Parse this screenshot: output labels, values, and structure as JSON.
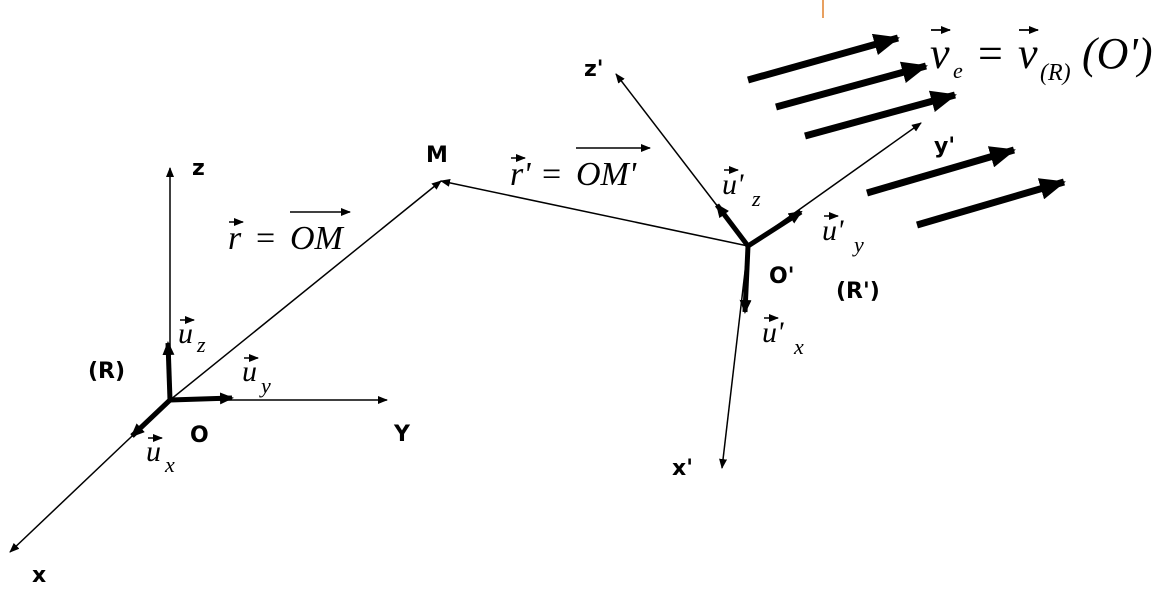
{
  "frame_R": {
    "label": "(R)",
    "origin": "O",
    "axis_x": "x",
    "axis_y": "Y",
    "axis_z": "z",
    "unit_x": {
      "base": "u",
      "sub": "x"
    },
    "unit_y": {
      "base": "u",
      "sub": "y"
    },
    "unit_z": {
      "base": "u",
      "sub": "z"
    }
  },
  "point_M": "M",
  "frame_Rp": {
    "label": "(R')",
    "origin": "O'",
    "axis_x": "x'",
    "axis_y": "y'",
    "axis_z": "z'",
    "unit_x": {
      "base": "u'",
      "sub": "x"
    },
    "unit_y": {
      "base": "u'",
      "sub": "y"
    },
    "unit_z": {
      "base": "u'",
      "sub": "z"
    }
  },
  "vector_r": {
    "lhs": "r",
    "eq": "=",
    "rhs": "OM"
  },
  "vector_rp": {
    "lhs": "r'",
    "eq": "=",
    "rhs": "OM'"
  },
  "drive_velocity": {
    "lhs": "v",
    "lhs_sub": "e",
    "eq": "=",
    "rhs": "v",
    "rhs_sub": "(R)",
    "rhs_arg": "(O')"
  }
}
